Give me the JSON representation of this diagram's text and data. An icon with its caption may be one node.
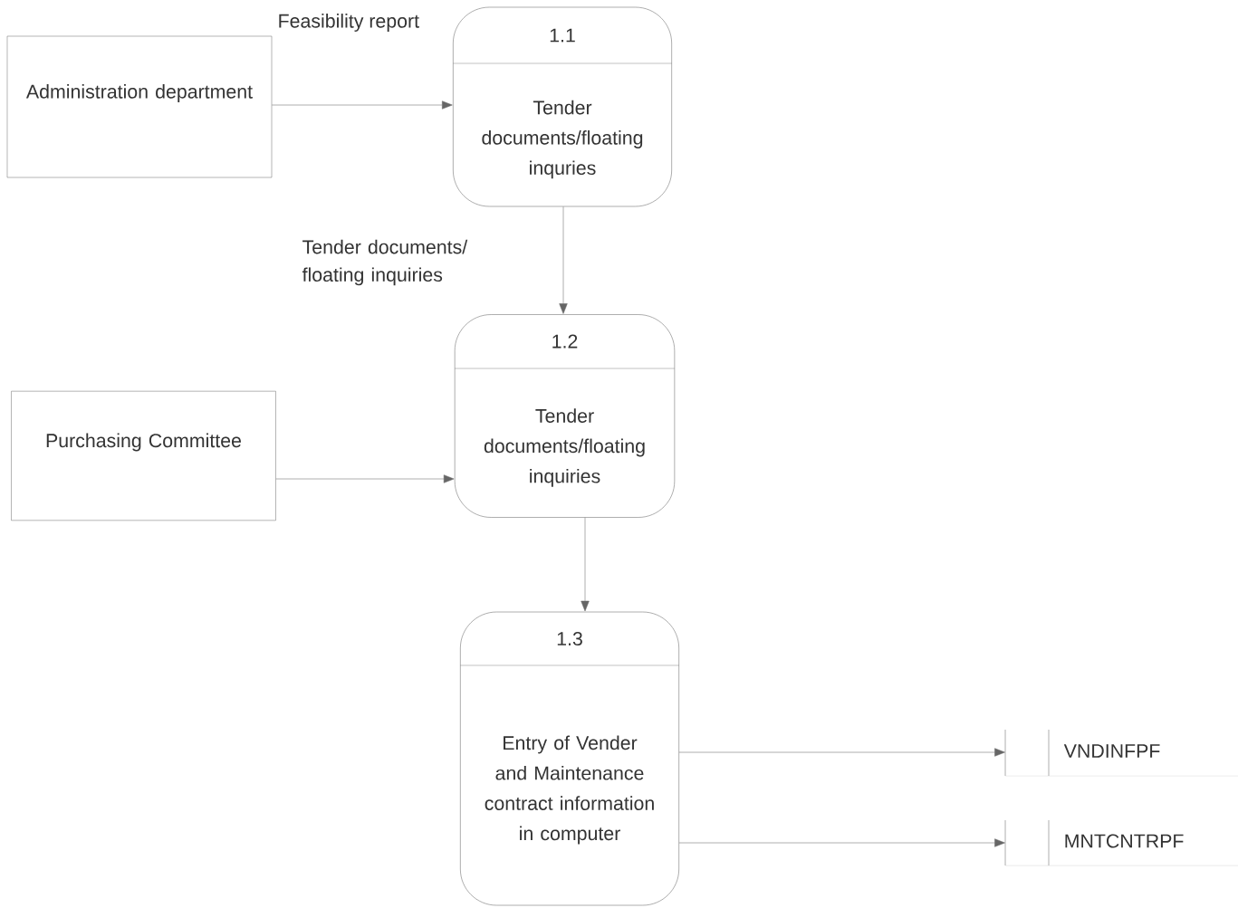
{
  "diagram": {
    "nodes": [
      {
        "text": [
          "Administration department"
        ]
      },
      {
        "text": [
          "1.1",
          "Tender documents/floating inquries"
        ]
      },
      {
        "text": [
          "Purchasing Committee"
        ]
      },
      {
        "text": [
          "1.2",
          "Tender documents/floating inquiries"
        ]
      },
      {
        "text": [
          "1.3",
          "Entry of Vender and Maintenance contract information in computer"
        ]
      },
      {
        "text": [
          "VNDINFPF"
        ]
      },
      {
        "text": [
          "MNTCNTRPF"
        ]
      }
    ],
    "edges": [
      {
        "from": 0,
        "to": 1,
        "arrow": "to",
        "label": "Feasibility report"
      },
      {
        "from": 1,
        "to": 3,
        "arrow": "to",
        "label": "Tender documents/ floating inquiries"
      },
      {
        "from": 2,
        "to": 3,
        "arrow": "to"
      },
      {
        "from": 3,
        "to": 4,
        "arrow": "to"
      },
      {
        "from": 4,
        "to": 5,
        "arrow": "to"
      },
      {
        "from": 4,
        "to": 6,
        "arrow": "to"
      }
    ]
  }
}
